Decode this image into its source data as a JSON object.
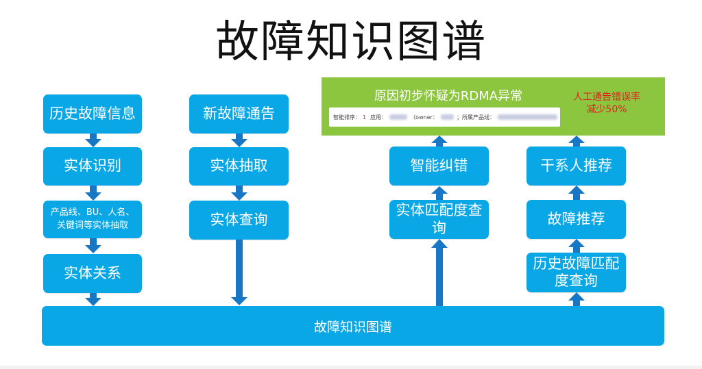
{
  "title": "故障知识图谱",
  "columns": {
    "col1": [
      "历史故障信息",
      "实体识别",
      "产品线、BU、人名、\n关键词等实体抽取",
      "实体关系"
    ],
    "col2": [
      "新故障通告",
      "实体抽取",
      "实体查询"
    ],
    "col3": [
      "智能纠错",
      "实体匹配度查\n询"
    ],
    "col4": [
      "干系人推荐",
      "故障推荐",
      "历史故障匹配\n度查询"
    ]
  },
  "result_panel": {
    "headline": "原因初步怀疑为RDMA异常",
    "info_rank_label": "智能排序：",
    "info_rank_value": "1",
    "info_app_label": "应用：",
    "info_owner_label": "（owner：",
    "info_product_label": "；所属产品线：",
    "reduction_text": "人工通告错误率\n减少50%"
  },
  "bottom_bar": "故障知识图谱",
  "colors": {
    "box": "#0aa7e6",
    "arrow": "#1777c4",
    "green": "#8cc63f",
    "red": "#e02020"
  }
}
